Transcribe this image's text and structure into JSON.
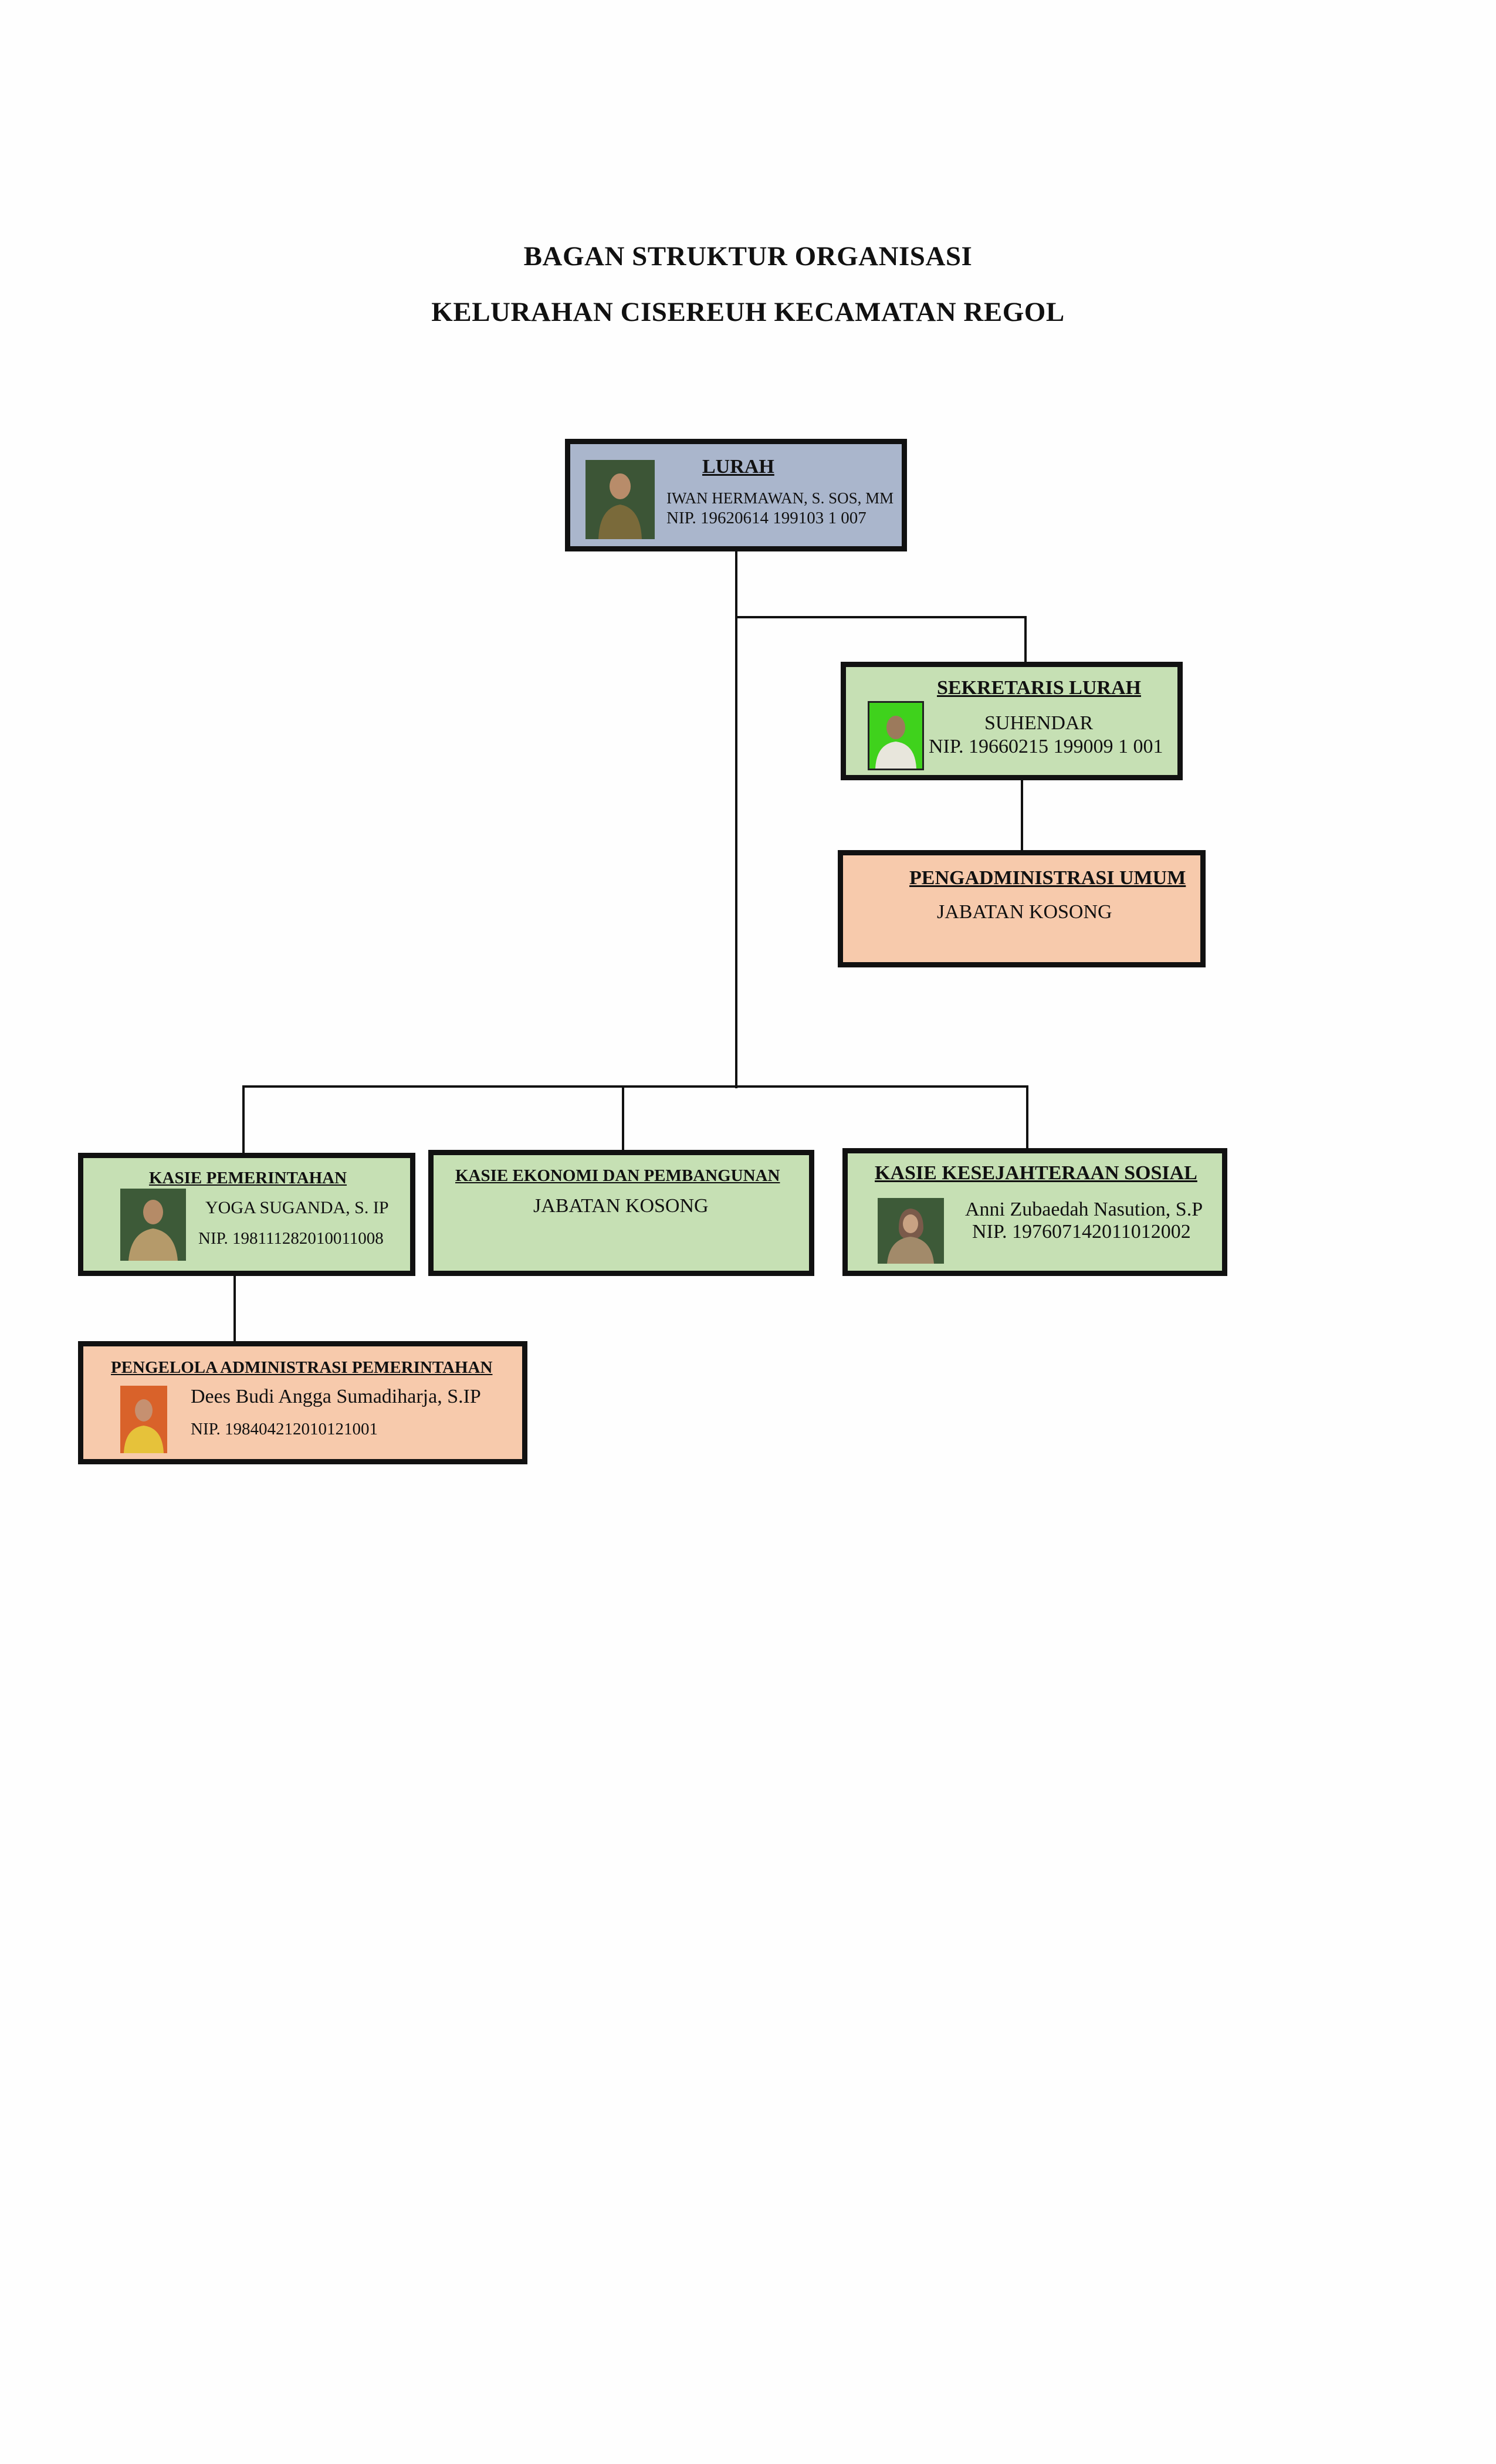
{
  "title": {
    "line1": "BAGAN STRUKTUR ORGANISASI",
    "line2": "KELURAHAN CISEREUH KECAMATAN REGOL"
  },
  "lurah": {
    "role": "LURAH",
    "name": "IWAN HERMAWAN, S. SOS, MM",
    "nip": "NIP. 19620614 199103 1 007"
  },
  "sekretaris": {
    "role": "SEKRETARIS LURAH",
    "name": "SUHENDAR",
    "nip": "NIP. 19660215 199009 1 001"
  },
  "pengadministrasi_umum": {
    "role": "PENGADMINISTRASI UMUM",
    "status": "JABATAN KOSONG"
  },
  "kasie_pemerintahan": {
    "role": "KASIE PEMERINTAHAN",
    "name": "YOGA SUGANDA, S. IP",
    "nip": "NIP. 198111282010011008"
  },
  "kasie_ekonomi": {
    "role": "KASIE EKONOMI DAN  PEMBANGUNAN",
    "status": "JABATAN KOSONG"
  },
  "kasie_kesejahteraan": {
    "role": "KASIE  KESEJAHTERAAN SOSIAL",
    "name": "Anni Zubaedah Nasution, S.P",
    "nip": "NIP. 197607142011012002"
  },
  "pengelola_admin": {
    "role": "PENGELOLA ADMINISTRASI PEMERINTAHAN",
    "name": "Dees Budi Angga Sumadiharja, S.IP",
    "nip": "NIP. 198404212010121001"
  },
  "colors": {
    "lurah_box": "#aab6cc",
    "kasie_box": "#c6e0b4",
    "staff_box": "#f7caac",
    "border": "#111111"
  }
}
